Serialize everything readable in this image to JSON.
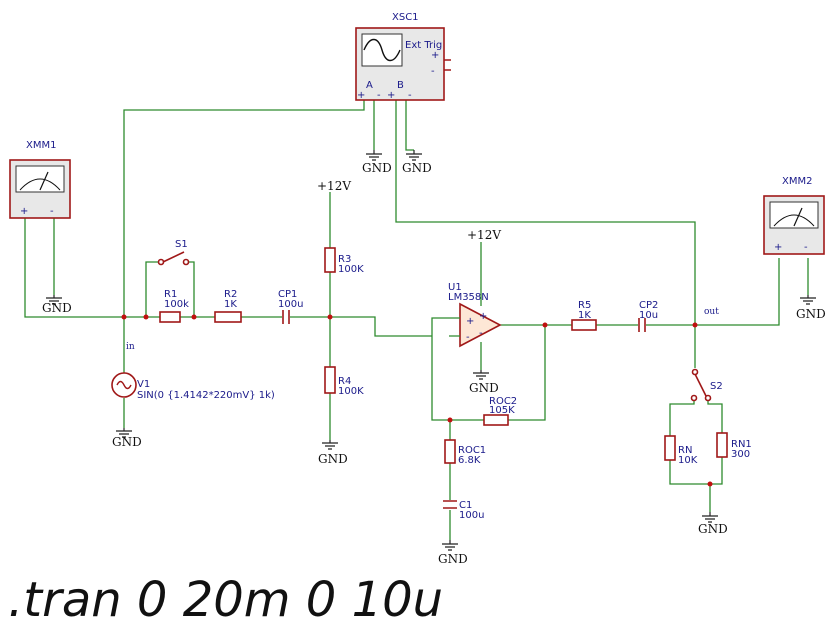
{
  "components": {
    "xsc1": {
      "ref": "XSC1",
      "ext_trig": "Ext Trig",
      "ch_a": "A",
      "ch_b": "B"
    },
    "xmm1": {
      "ref": "XMM1"
    },
    "xmm2": {
      "ref": "XMM2"
    },
    "s1": {
      "ref": "S1"
    },
    "s2": {
      "ref": "S2"
    },
    "r1": {
      "ref": "R1",
      "value": "100k"
    },
    "r2": {
      "ref": "R2",
      "value": "1K"
    },
    "cp1": {
      "ref": "CP1",
      "value": "100u"
    },
    "r3": {
      "ref": "R3",
      "value": "100K"
    },
    "r4": {
      "ref": "R4",
      "value": "100K"
    },
    "u1": {
      "ref": "U1",
      "value": "LM358N"
    },
    "r5": {
      "ref": "R5",
      "value": "1K"
    },
    "cp2": {
      "ref": "CP2",
      "value": "10u"
    },
    "roc2": {
      "ref": "ROC2",
      "value": "105K"
    },
    "roc1": {
      "ref": "ROC1",
      "value": "6.8K"
    },
    "c1": {
      "ref": "C1",
      "value": "100u"
    },
    "rn": {
      "ref": "RN",
      "value": "10K"
    },
    "rn1": {
      "ref": "RN1",
      "value": "300"
    },
    "v1": {
      "ref": "V1",
      "value": "SIN(0 {1.4142*220mV} 1k)"
    }
  },
  "nets": {
    "in": "in",
    "out": "out",
    "supply": "+12V",
    "gnd": "GND",
    "plus": "+",
    "minus": "-"
  },
  "directive": ".tran 0 20m 0 10u"
}
